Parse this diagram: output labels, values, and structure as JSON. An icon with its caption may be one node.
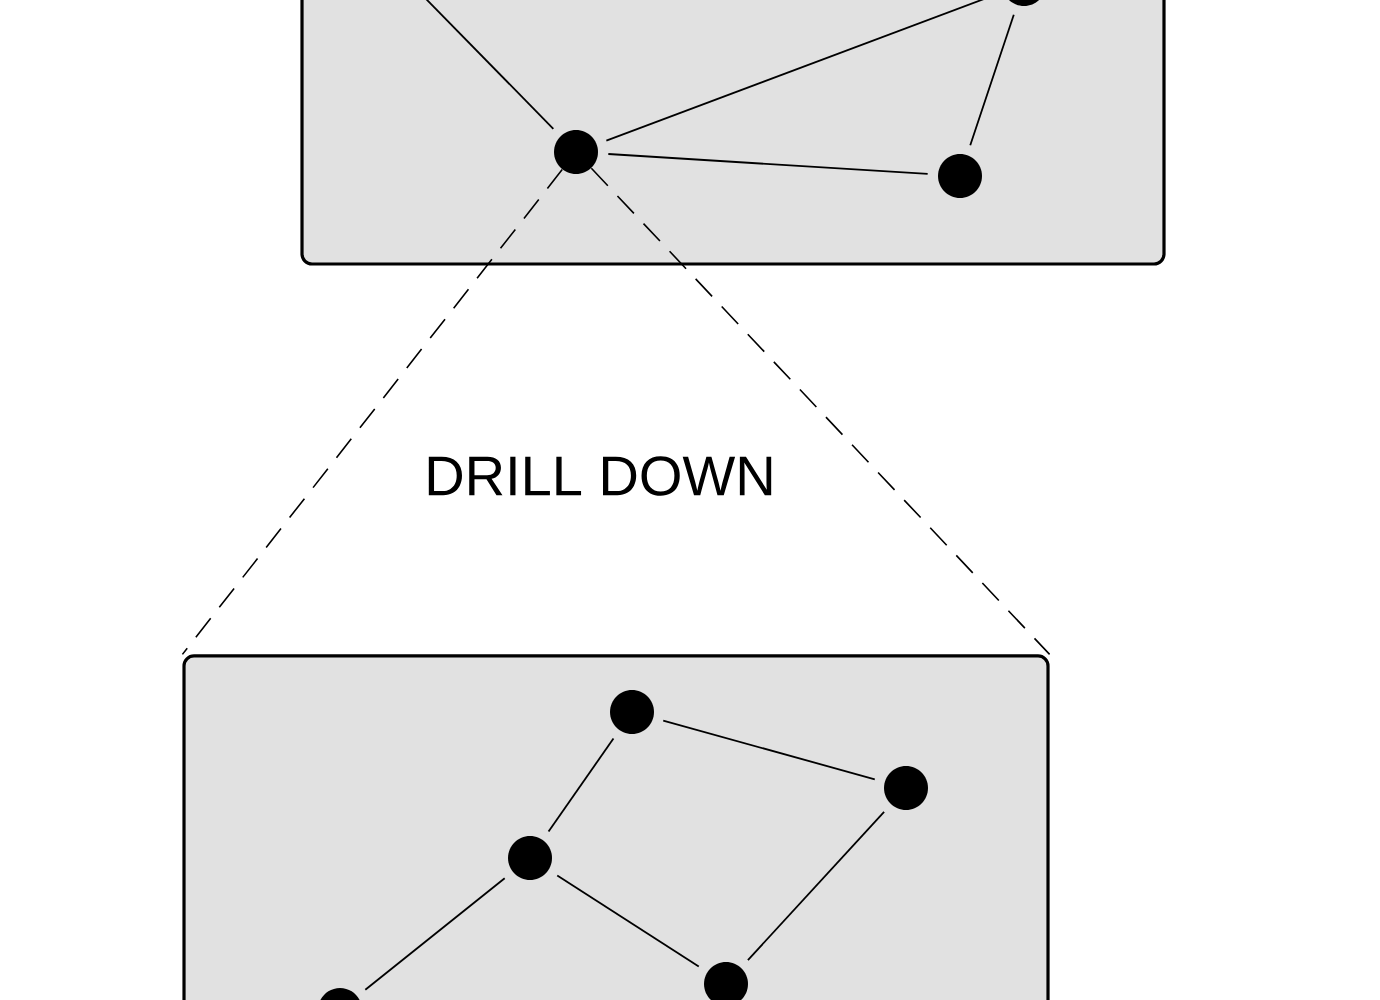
{
  "diagram": {
    "nodes": [
      {
        "text": [],
        "shape": "box"
      },
      {
        "text": [],
        "shape": "circle",
        "in": 0
      },
      {
        "text": [],
        "shape": "circle",
        "in": 0
      },
      {
        "text": [],
        "shape": "circle",
        "in": 0
      },
      {
        "text": [],
        "shape": "box"
      },
      {
        "text": [],
        "shape": "circle",
        "in": 4
      },
      {
        "text": [],
        "shape": "circle",
        "in": 4
      },
      {
        "text": [],
        "shape": "circle",
        "in": 4
      },
      {
        "text": [],
        "shape": "circle",
        "in": 4
      },
      {
        "text": [],
        "shape": "circle",
        "in": 4
      }
    ],
    "edges": [
      {
        "from": null,
        "to": 2,
        "arrow": "none"
      },
      {
        "from": 2,
        "to": 1,
        "arrow": "none"
      },
      {
        "from": 1,
        "to": 3,
        "arrow": "none"
      },
      {
        "from": 2,
        "to": 3,
        "arrow": "none"
      },
      {
        "from": 2,
        "to": 4,
        "arrow": "none",
        "style": "dashed"
      },
      {
        "from": 2,
        "to": 4,
        "arrow": "none",
        "style": "dashed"
      },
      {
        "from": 5,
        "to": 6,
        "arrow": "none"
      },
      {
        "from": 5,
        "to": 7,
        "arrow": "none"
      },
      {
        "from": 7,
        "to": 8,
        "arrow": "none"
      },
      {
        "from": 7,
        "to": 9,
        "arrow": "none"
      },
      {
        "from": 6,
        "to": 9,
        "arrow": "none"
      }
    ],
    "labels": [
      "DRILL DOWN"
    ]
  }
}
